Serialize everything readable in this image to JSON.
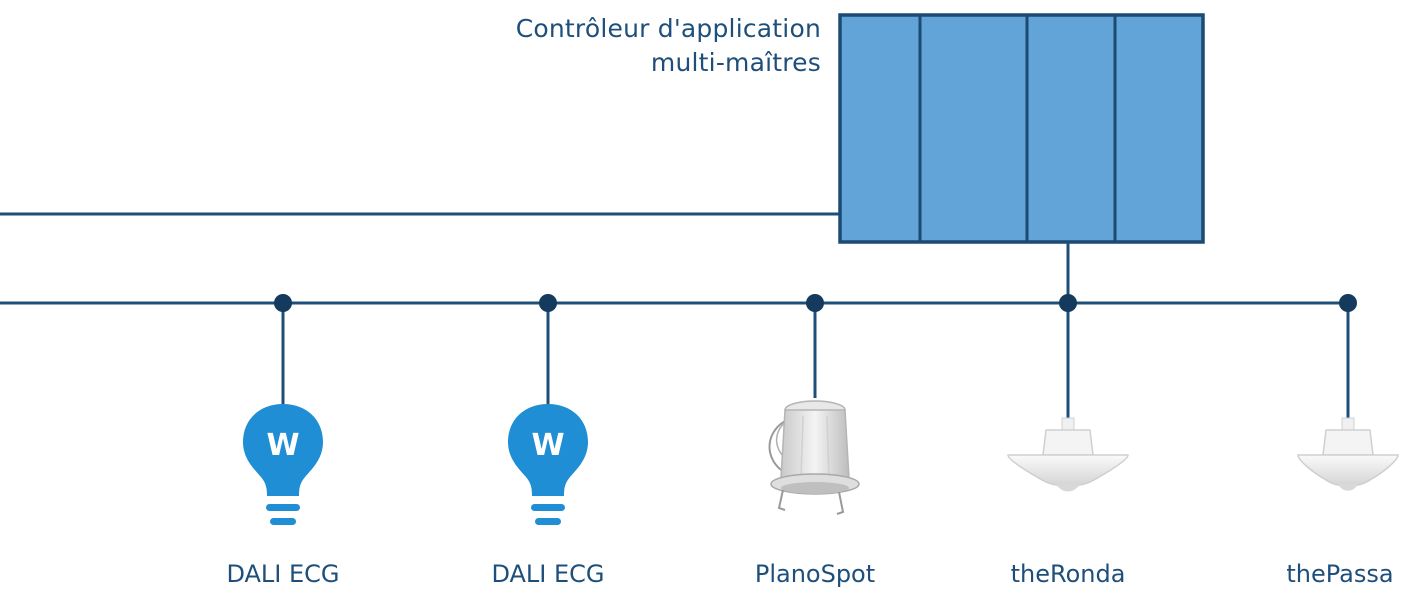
{
  "controller": {
    "title_line1": "Contrôleur d'application",
    "title_line2": "multi-maîtres"
  },
  "devices": [
    {
      "label": "DALI ECG",
      "icon": "lightbulb-icon",
      "badge": "W"
    },
    {
      "label": "DALI ECG",
      "icon": "lightbulb-icon",
      "badge": "W"
    },
    {
      "label": "PlanoSpot",
      "icon": "presence-detector-icon"
    },
    {
      "label": "theRonda",
      "icon": "ceiling-sensor-icon"
    },
    {
      "label": "thePassa",
      "icon": "ceiling-sensor-icon"
    }
  ],
  "colors": {
    "line": "#1e4f7a",
    "node": "#143a5e",
    "controller_fill": "#62a3d8",
    "bulb": "#1f8ed4",
    "text": "#1e4f7a"
  }
}
